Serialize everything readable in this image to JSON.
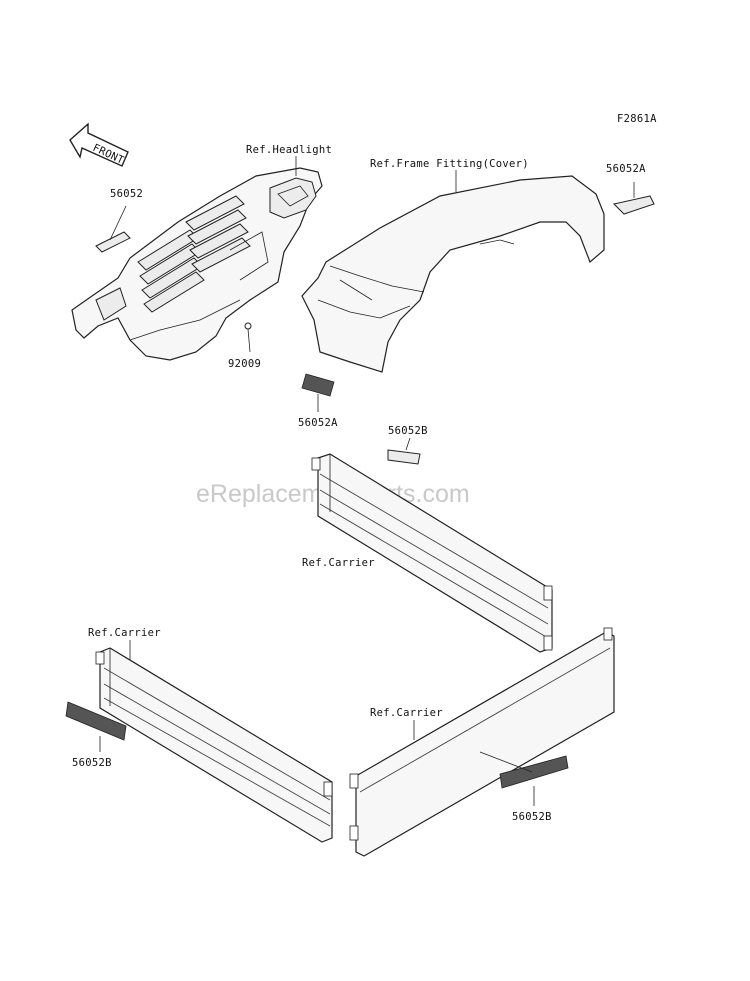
{
  "figure_code": "F2861A",
  "watermark": "eReplacementParts.com",
  "arrow_text": "FRONT",
  "labels": {
    "ref_headlight": "Ref.Headlight",
    "ref_frame_fitting": "Ref.Frame Fitting(Cover)",
    "part_56052": "56052",
    "part_56052A_top": "56052A",
    "part_92009": "92009",
    "part_56052A_mid": "56052A",
    "part_56052B_top": "56052B",
    "ref_carrier_1": "Ref.Carrier",
    "ref_carrier_2": "Ref.Carrier",
    "ref_carrier_3": "Ref.Carrier",
    "part_56052B_left": "56052B",
    "part_56052B_right": "56052B"
  }
}
